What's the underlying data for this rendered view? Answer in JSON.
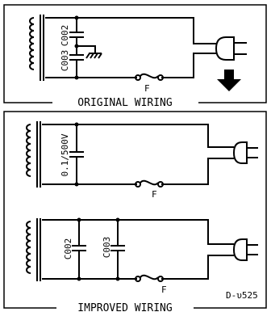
{
  "original": {
    "title": "ORIGINAL WIRING",
    "cap1": "C002",
    "cap2": "C003",
    "fuse": "F"
  },
  "improved": {
    "title": "IMPROVED WIRING",
    "cap_value": "0.1/500V",
    "fuse_top": "F",
    "cap1": "C002",
    "cap2": "C003",
    "fuse_bottom": "F",
    "code": "D-υ525"
  }
}
